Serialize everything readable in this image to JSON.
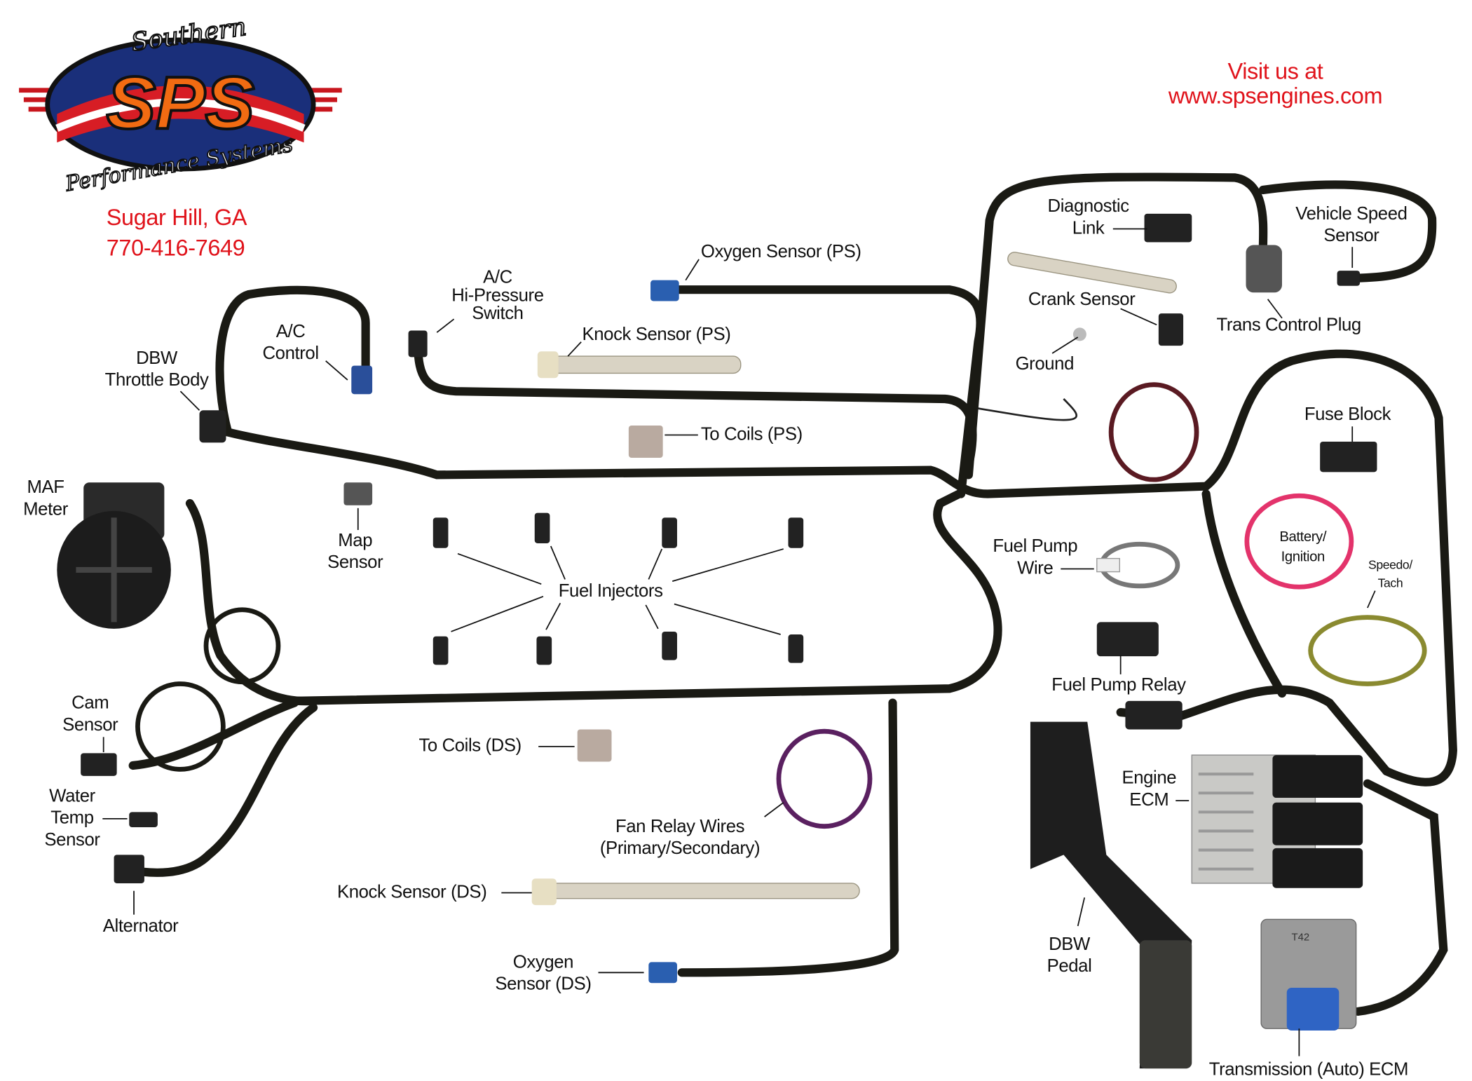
{
  "logo": {
    "text_top": "Southern",
    "text_main": "SPS",
    "text_bottom": "Performance Systems"
  },
  "contact": {
    "location": "Sugar Hill, GA",
    "phone": "770-416-7649",
    "visit_line1": "Visit us at",
    "visit_line2": "www.spsengines.com"
  },
  "colors": {
    "accent_red": "#e0131b",
    "harness": "#1a1a14",
    "background": "#ffffff"
  },
  "labels": {
    "diagnostic_link": [
      "Diagnostic",
      "Link"
    ],
    "vehicle_speed_sensor": [
      "Vehicle Speed",
      "Sensor"
    ],
    "oxygen_sensor_ps": "Oxygen Sensor (PS)",
    "ac_hi_pressure_switch": [
      "A/C",
      "Hi-Pressure",
      "Switch"
    ],
    "crank_sensor": "Crank Sensor",
    "trans_control_plug": "Trans Control Plug",
    "knock_sensor_ps": "Knock Sensor (PS)",
    "ac_control": [
      "A/C",
      "Control"
    ],
    "dbw_throttle_body": [
      "DBW",
      "Throttle Body"
    ],
    "ground": "Ground",
    "fuse_block": "Fuse Block",
    "to_coils_ps": "To Coils (PS)",
    "maf_meter": [
      "MAF",
      "Meter"
    ],
    "battery_ignition": [
      "Battery/",
      "Ignition"
    ],
    "speedo_tach": [
      "Speedo/",
      "Tach"
    ],
    "map_sensor": [
      "Map",
      "Sensor"
    ],
    "fuel_pump_wire": [
      "Fuel Pump",
      "Wire"
    ],
    "fuel_injectors": "Fuel Injectors",
    "fuel_pump_relay": "Fuel Pump Relay",
    "cam_sensor": [
      "Cam",
      "Sensor"
    ],
    "to_coils_ds": "To Coils (DS)",
    "engine_ecm": [
      "Engine",
      "ECM"
    ],
    "water_temp_sensor": [
      "Water",
      "Temp",
      "Sensor"
    ],
    "fan_relay_wires": [
      "Fan Relay Wires",
      "(Primary/Secondary)"
    ],
    "knock_sensor_ds": "Knock Sensor (DS)",
    "alternator": "Alternator",
    "dbw_pedal": [
      "DBW",
      "Pedal"
    ],
    "oxygen_sensor_ds": [
      "Oxygen",
      "Sensor (DS)"
    ],
    "transmission_ecm": "Transmission (Auto) ECM",
    "tcm_marking": "T42"
  }
}
